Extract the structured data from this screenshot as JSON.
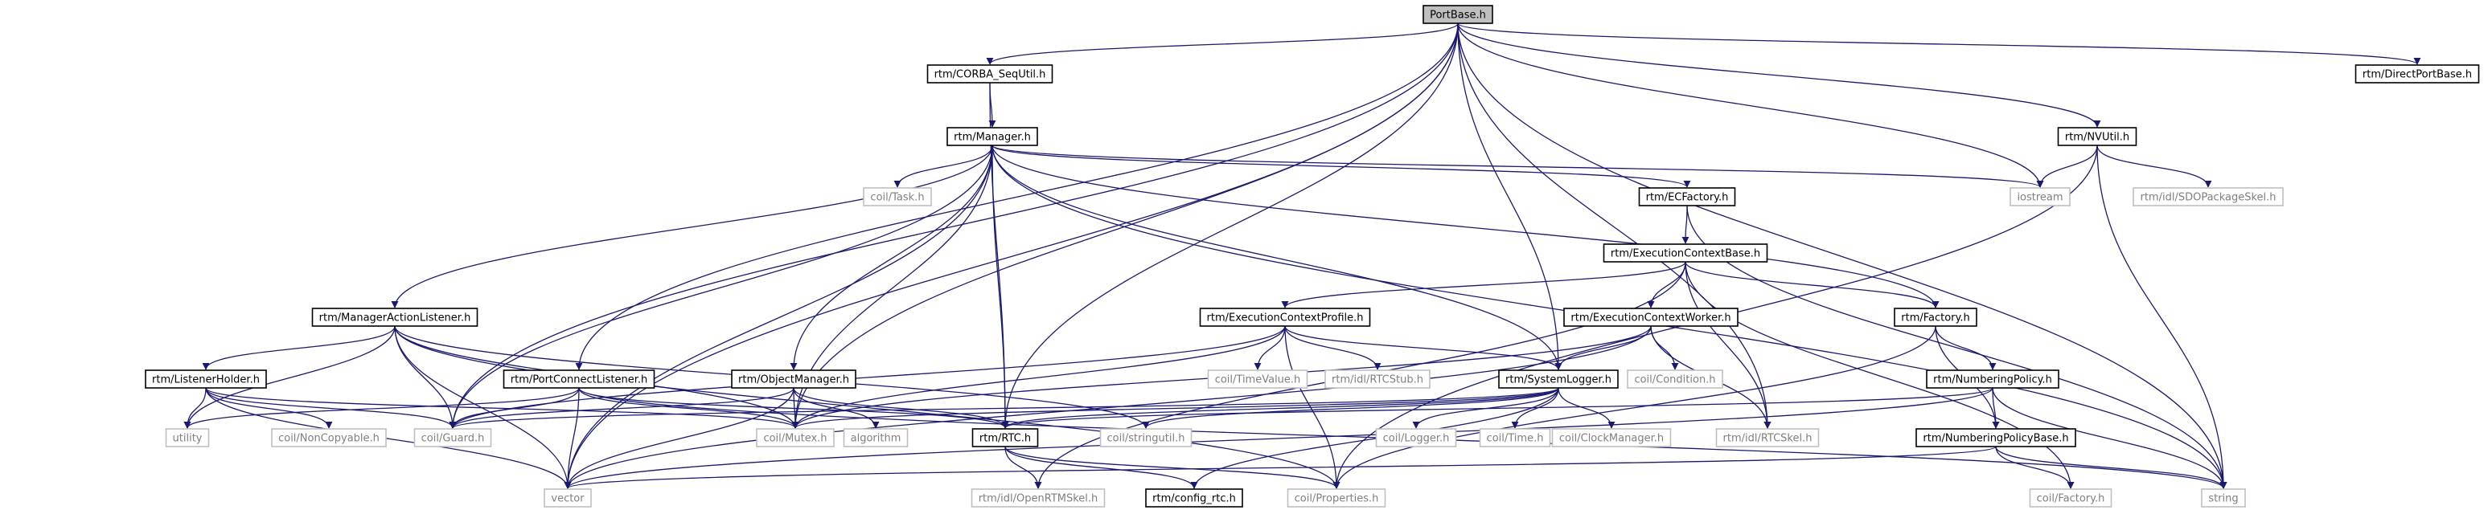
{
  "diagram": {
    "colors": {
      "edge": "#191970",
      "root_fill": "#bfbfbf",
      "node_border": "#000000",
      "external_border": "#bfbfbf",
      "external_text": "#7f7f7f",
      "text": "#000000"
    },
    "nodes": [
      {
        "id": "portbase",
        "label": "PortBase.h",
        "kind": "root"
      },
      {
        "id": "corba_sequtil",
        "label": "rtm/CORBA_SeqUtil.h",
        "kind": "linked"
      },
      {
        "id": "directportbase",
        "label": "rtm/DirectPortBase.h",
        "kind": "linked"
      },
      {
        "id": "manager",
        "label": "rtm/Manager.h",
        "kind": "linked"
      },
      {
        "id": "nvutil",
        "label": "rtm/NVUtil.h",
        "kind": "linked"
      },
      {
        "id": "coil_task",
        "label": "coil/Task.h",
        "kind": "external"
      },
      {
        "id": "iostream",
        "label": "iostream",
        "kind": "external"
      },
      {
        "id": "sdopackageskel",
        "label": "rtm/idl/SDOPackageSkel.h",
        "kind": "external"
      },
      {
        "id": "ecfactory",
        "label": "rtm/ECFactory.h",
        "kind": "linked"
      },
      {
        "id": "execcontextbase",
        "label": "rtm/ExecutionContextBase.h",
        "kind": "linked"
      },
      {
        "id": "manageractionlistener",
        "label": "rtm/ManagerActionListener.h",
        "kind": "linked"
      },
      {
        "id": "execcontextprofile",
        "label": "rtm/ExecutionContextProfile.h",
        "kind": "linked"
      },
      {
        "id": "execcontextworker",
        "label": "rtm/ExecutionContextWorker.h",
        "kind": "linked"
      },
      {
        "id": "factory",
        "label": "rtm/Factory.h",
        "kind": "linked"
      },
      {
        "id": "listenerholder",
        "label": "rtm/ListenerHolder.h",
        "kind": "linked"
      },
      {
        "id": "portconnectlistener",
        "label": "rtm/PortConnectListener.h",
        "kind": "linked"
      },
      {
        "id": "objectmanager",
        "label": "rtm/ObjectManager.h",
        "kind": "linked"
      },
      {
        "id": "coil_timevalue",
        "label": "coil/TimeValue.h",
        "kind": "external"
      },
      {
        "id": "rtcstub",
        "label": "rtm/idl/RTCStub.h",
        "kind": "external"
      },
      {
        "id": "systemlogger",
        "label": "rtm/SystemLogger.h",
        "kind": "linked"
      },
      {
        "id": "coil_condition",
        "label": "coil/Condition.h",
        "kind": "external"
      },
      {
        "id": "numberingpolicy",
        "label": "rtm/NumberingPolicy.h",
        "kind": "linked"
      },
      {
        "id": "utility",
        "label": "utility",
        "kind": "external"
      },
      {
        "id": "coil_noncopyable",
        "label": "coil/NonCopyable.h",
        "kind": "external"
      },
      {
        "id": "coil_guard",
        "label": "coil/Guard.h",
        "kind": "external"
      },
      {
        "id": "coil_mutex",
        "label": "coil/Mutex.h",
        "kind": "external"
      },
      {
        "id": "algorithm",
        "label": "algorithm",
        "kind": "external"
      },
      {
        "id": "rtc",
        "label": "rtm/RTC.h",
        "kind": "linked"
      },
      {
        "id": "coil_stringutil",
        "label": "coil/stringutil.h",
        "kind": "external"
      },
      {
        "id": "coil_logger",
        "label": "coil/Logger.h",
        "kind": "external"
      },
      {
        "id": "coil_time",
        "label": "coil/Time.h",
        "kind": "external"
      },
      {
        "id": "coil_clockmanager",
        "label": "coil/ClockManager.h",
        "kind": "external"
      },
      {
        "id": "rtcskel",
        "label": "rtm/idl/RTCSkel.h",
        "kind": "external"
      },
      {
        "id": "numberingpolicybase",
        "label": "rtm/NumberingPolicyBase.h",
        "kind": "linked"
      },
      {
        "id": "vector",
        "label": "vector",
        "kind": "external"
      },
      {
        "id": "openrtmskel",
        "label": "rtm/idl/OpenRTMSkel.h",
        "kind": "external"
      },
      {
        "id": "config_rtc",
        "label": "rtm/config_rtc.h",
        "kind": "linked"
      },
      {
        "id": "coil_properties",
        "label": "coil/Properties.h",
        "kind": "external"
      },
      {
        "id": "coil_factory",
        "label": "coil/Factory.h",
        "kind": "external"
      },
      {
        "id": "string",
        "label": "string",
        "kind": "external"
      }
    ],
    "edges": [
      [
        "portbase",
        "corba_sequtil"
      ],
      [
        "portbase",
        "directportbase"
      ],
      [
        "portbase",
        "nvutil"
      ],
      [
        "portbase",
        "iostream"
      ],
      [
        "portbase",
        "vector"
      ],
      [
        "portbase",
        "coil_guard"
      ],
      [
        "portbase",
        "portconnectlistener"
      ],
      [
        "portbase",
        "coil_mutex"
      ],
      [
        "portbase",
        "rtc"
      ],
      [
        "portbase",
        "systemlogger"
      ],
      [
        "portbase",
        "rtcskel"
      ],
      [
        "portbase",
        "string"
      ],
      [
        "corba_sequtil",
        "manager"
      ],
      [
        "corba_sequtil",
        "rtc"
      ],
      [
        "manager",
        "coil_task"
      ],
      [
        "manager",
        "iostream"
      ],
      [
        "manager",
        "ecfactory"
      ],
      [
        "manager",
        "factory"
      ],
      [
        "manager",
        "string"
      ],
      [
        "manager",
        "manageractionlistener"
      ],
      [
        "manager",
        "objectmanager"
      ],
      [
        "manager",
        "systemlogger"
      ],
      [
        "manager",
        "coil_guard"
      ],
      [
        "manager",
        "coil_mutex"
      ],
      [
        "manager",
        "rtc"
      ],
      [
        "manager",
        "vector"
      ],
      [
        "nvutil",
        "iostream"
      ],
      [
        "nvutil",
        "sdopackageskel"
      ],
      [
        "nvutil",
        "string"
      ],
      [
        "nvutil",
        "coil_properties"
      ],
      [
        "ecfactory",
        "execcontextbase"
      ],
      [
        "ecfactory",
        "string"
      ],
      [
        "execcontextbase",
        "execcontextprofile"
      ],
      [
        "execcontextbase",
        "execcontextworker"
      ],
      [
        "execcontextbase",
        "factory"
      ],
      [
        "execcontextbase",
        "rtcskel"
      ],
      [
        "execcontextbase",
        "coil_factory"
      ],
      [
        "execcontextbase",
        "openrtmskel"
      ],
      [
        "manageractionlistener",
        "listenerholder"
      ],
      [
        "manageractionlistener",
        "coil_guard"
      ],
      [
        "manageractionlistener",
        "coil_mutex"
      ],
      [
        "manageractionlistener",
        "coil_stringutil"
      ],
      [
        "manageractionlistener",
        "coil_properties"
      ],
      [
        "manageractionlistener",
        "utility"
      ],
      [
        "manageractionlistener",
        "vector"
      ],
      [
        "execcontextprofile",
        "coil_timevalue"
      ],
      [
        "execcontextprofile",
        "rtcstub"
      ],
      [
        "execcontextprofile",
        "systemlogger"
      ],
      [
        "execcontextprofile",
        "coil_guard"
      ],
      [
        "execcontextprofile",
        "coil_mutex"
      ],
      [
        "execcontextprofile",
        "coil_properties"
      ],
      [
        "execcontextworker",
        "coil_condition"
      ],
      [
        "execcontextworker",
        "systemlogger"
      ],
      [
        "execcontextworker",
        "rtcskel"
      ],
      [
        "execcontextworker",
        "coil_mutex"
      ],
      [
        "execcontextworker",
        "vector"
      ],
      [
        "factory",
        "numberingpolicy"
      ],
      [
        "factory",
        "numberingpolicybase"
      ],
      [
        "factory",
        "coil_properties"
      ],
      [
        "listenerholder",
        "utility"
      ],
      [
        "listenerholder",
        "coil_noncopyable"
      ],
      [
        "listenerholder",
        "coil_guard"
      ],
      [
        "listenerholder",
        "coil_mutex"
      ],
      [
        "listenerholder",
        "vector"
      ],
      [
        "portconnectlistener",
        "utility"
      ],
      [
        "portconnectlistener",
        "coil_guard"
      ],
      [
        "portconnectlistener",
        "coil_mutex"
      ],
      [
        "portconnectlistener",
        "rtc"
      ],
      [
        "portconnectlistener",
        "vector"
      ],
      [
        "portconnectlistener",
        "string"
      ],
      [
        "objectmanager",
        "coil_guard"
      ],
      [
        "objectmanager",
        "coil_mutex"
      ],
      [
        "objectmanager",
        "algorithm"
      ],
      [
        "objectmanager",
        "rtc"
      ],
      [
        "objectmanager",
        "vector"
      ],
      [
        "systemlogger",
        "coil_logger"
      ],
      [
        "systemlogger",
        "coil_time"
      ],
      [
        "systemlogger",
        "coil_clockmanager"
      ],
      [
        "systemlogger",
        "rtc"
      ],
      [
        "systemlogger",
        "coil_stringutil"
      ],
      [
        "systemlogger",
        "coil_guard"
      ],
      [
        "systemlogger",
        "coil_mutex"
      ],
      [
        "systemlogger",
        "config_rtc"
      ],
      [
        "numberingpolicy",
        "numberingpolicybase"
      ],
      [
        "numberingpolicy",
        "string"
      ],
      [
        "numberingpolicy",
        "vector"
      ],
      [
        "numberingpolicy",
        "rtc"
      ],
      [
        "numberingpolicybase",
        "coil_factory"
      ],
      [
        "numberingpolicybase",
        "string"
      ],
      [
        "numberingpolicybase",
        "vector"
      ],
      [
        "rtc",
        "openrtmskel"
      ],
      [
        "rtc",
        "config_rtc"
      ],
      [
        "rtc",
        "coil_properties"
      ]
    ]
  }
}
